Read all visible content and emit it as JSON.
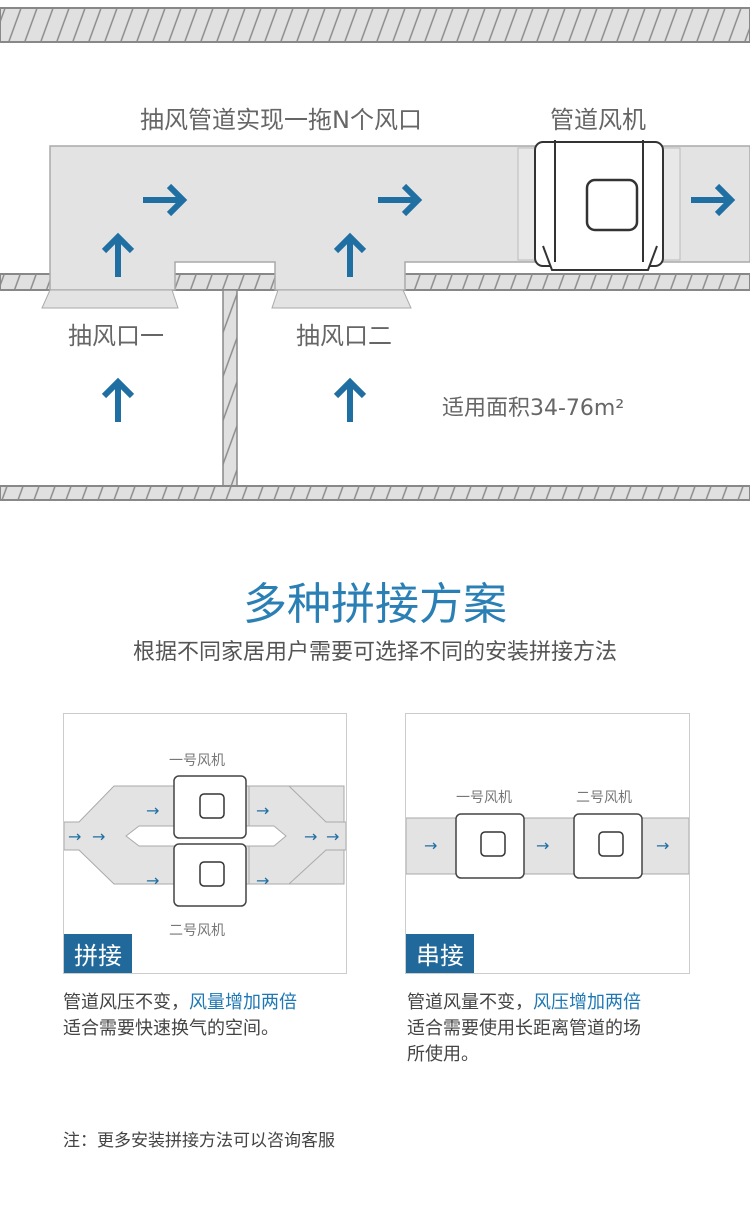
{
  "top_diagram": {
    "duct_label": "抽风管道实现一拖N个风口",
    "fan_label": "管道风机",
    "inlet_1_label": "抽风口一",
    "inlet_2_label": "抽风口二",
    "area_label": "适用面积34-76m²"
  },
  "section": {
    "title": "多种拼接方案",
    "subtitle": "根据不同家居用户需要可选择不同的安装拼接方法"
  },
  "panels": [
    {
      "badge": "拼接",
      "fan_top": "一号风机",
      "fan_bottom": "二号风机",
      "caption_plain": "管道风压不变，",
      "caption_highlight": "风量增加两倍",
      "caption_line2": "适合需要快速换气的空间。"
    },
    {
      "badge": "串接",
      "fan_left": "一号风机",
      "fan_right": "二号风机",
      "caption_plain": "管道风量不变，",
      "caption_highlight": "风压增加两倍",
      "caption_line2": "适合需要使用长距离管道的场",
      "caption_line3": "所使用。"
    }
  ],
  "note": "注：更多安装拼接方法可以咨询客服",
  "colors": {
    "accent": "#1f6fa3",
    "duct": "#e3e3e3",
    "badge": "#21699a"
  }
}
